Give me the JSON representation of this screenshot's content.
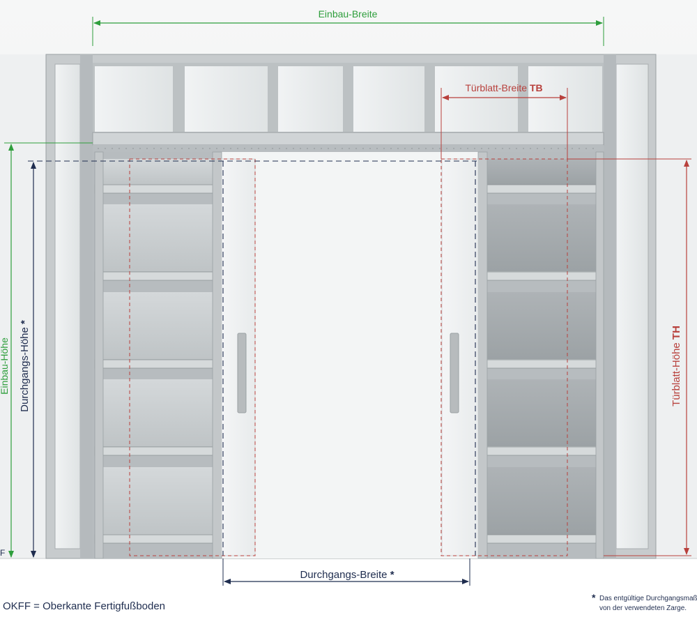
{
  "labels": {
    "einbau_breite": "Einbau-Breite",
    "tuerblatt_breite": "Türblatt-Breite",
    "tuerblatt_breite_code": "TB",
    "einbau_hoehe": "Einbau-Höhe",
    "durchgangs_hoehe": "Durchgangs-Höhe",
    "durchgangs_hoehe_star": "*",
    "tuerblatt_hoehe": "Türblatt-Höhe",
    "tuerblatt_hoehe_code": "TH",
    "durchgangs_breite": "Durchgangs-Breite",
    "durchgangs_breite_star": "*",
    "floor_marker": "F",
    "okff_legend": "OKFF = Oberkante Fertigfußboden",
    "footnote_star": "*",
    "footnote_line1": "Das entgültige Durchgangsmaß ist a",
    "footnote_line2": "von der verwendeten Zarge."
  },
  "colors": {
    "einbau": "#2e9e3c",
    "durchgang": "#1f2d4f",
    "tuerblatt": "#b8403c",
    "frame": "#b9bdbf",
    "frame_dark": "#8e9396",
    "wall": "#e4e7e8"
  },
  "icons": [
    "door-handle-icon",
    "door-handle-icon"
  ]
}
